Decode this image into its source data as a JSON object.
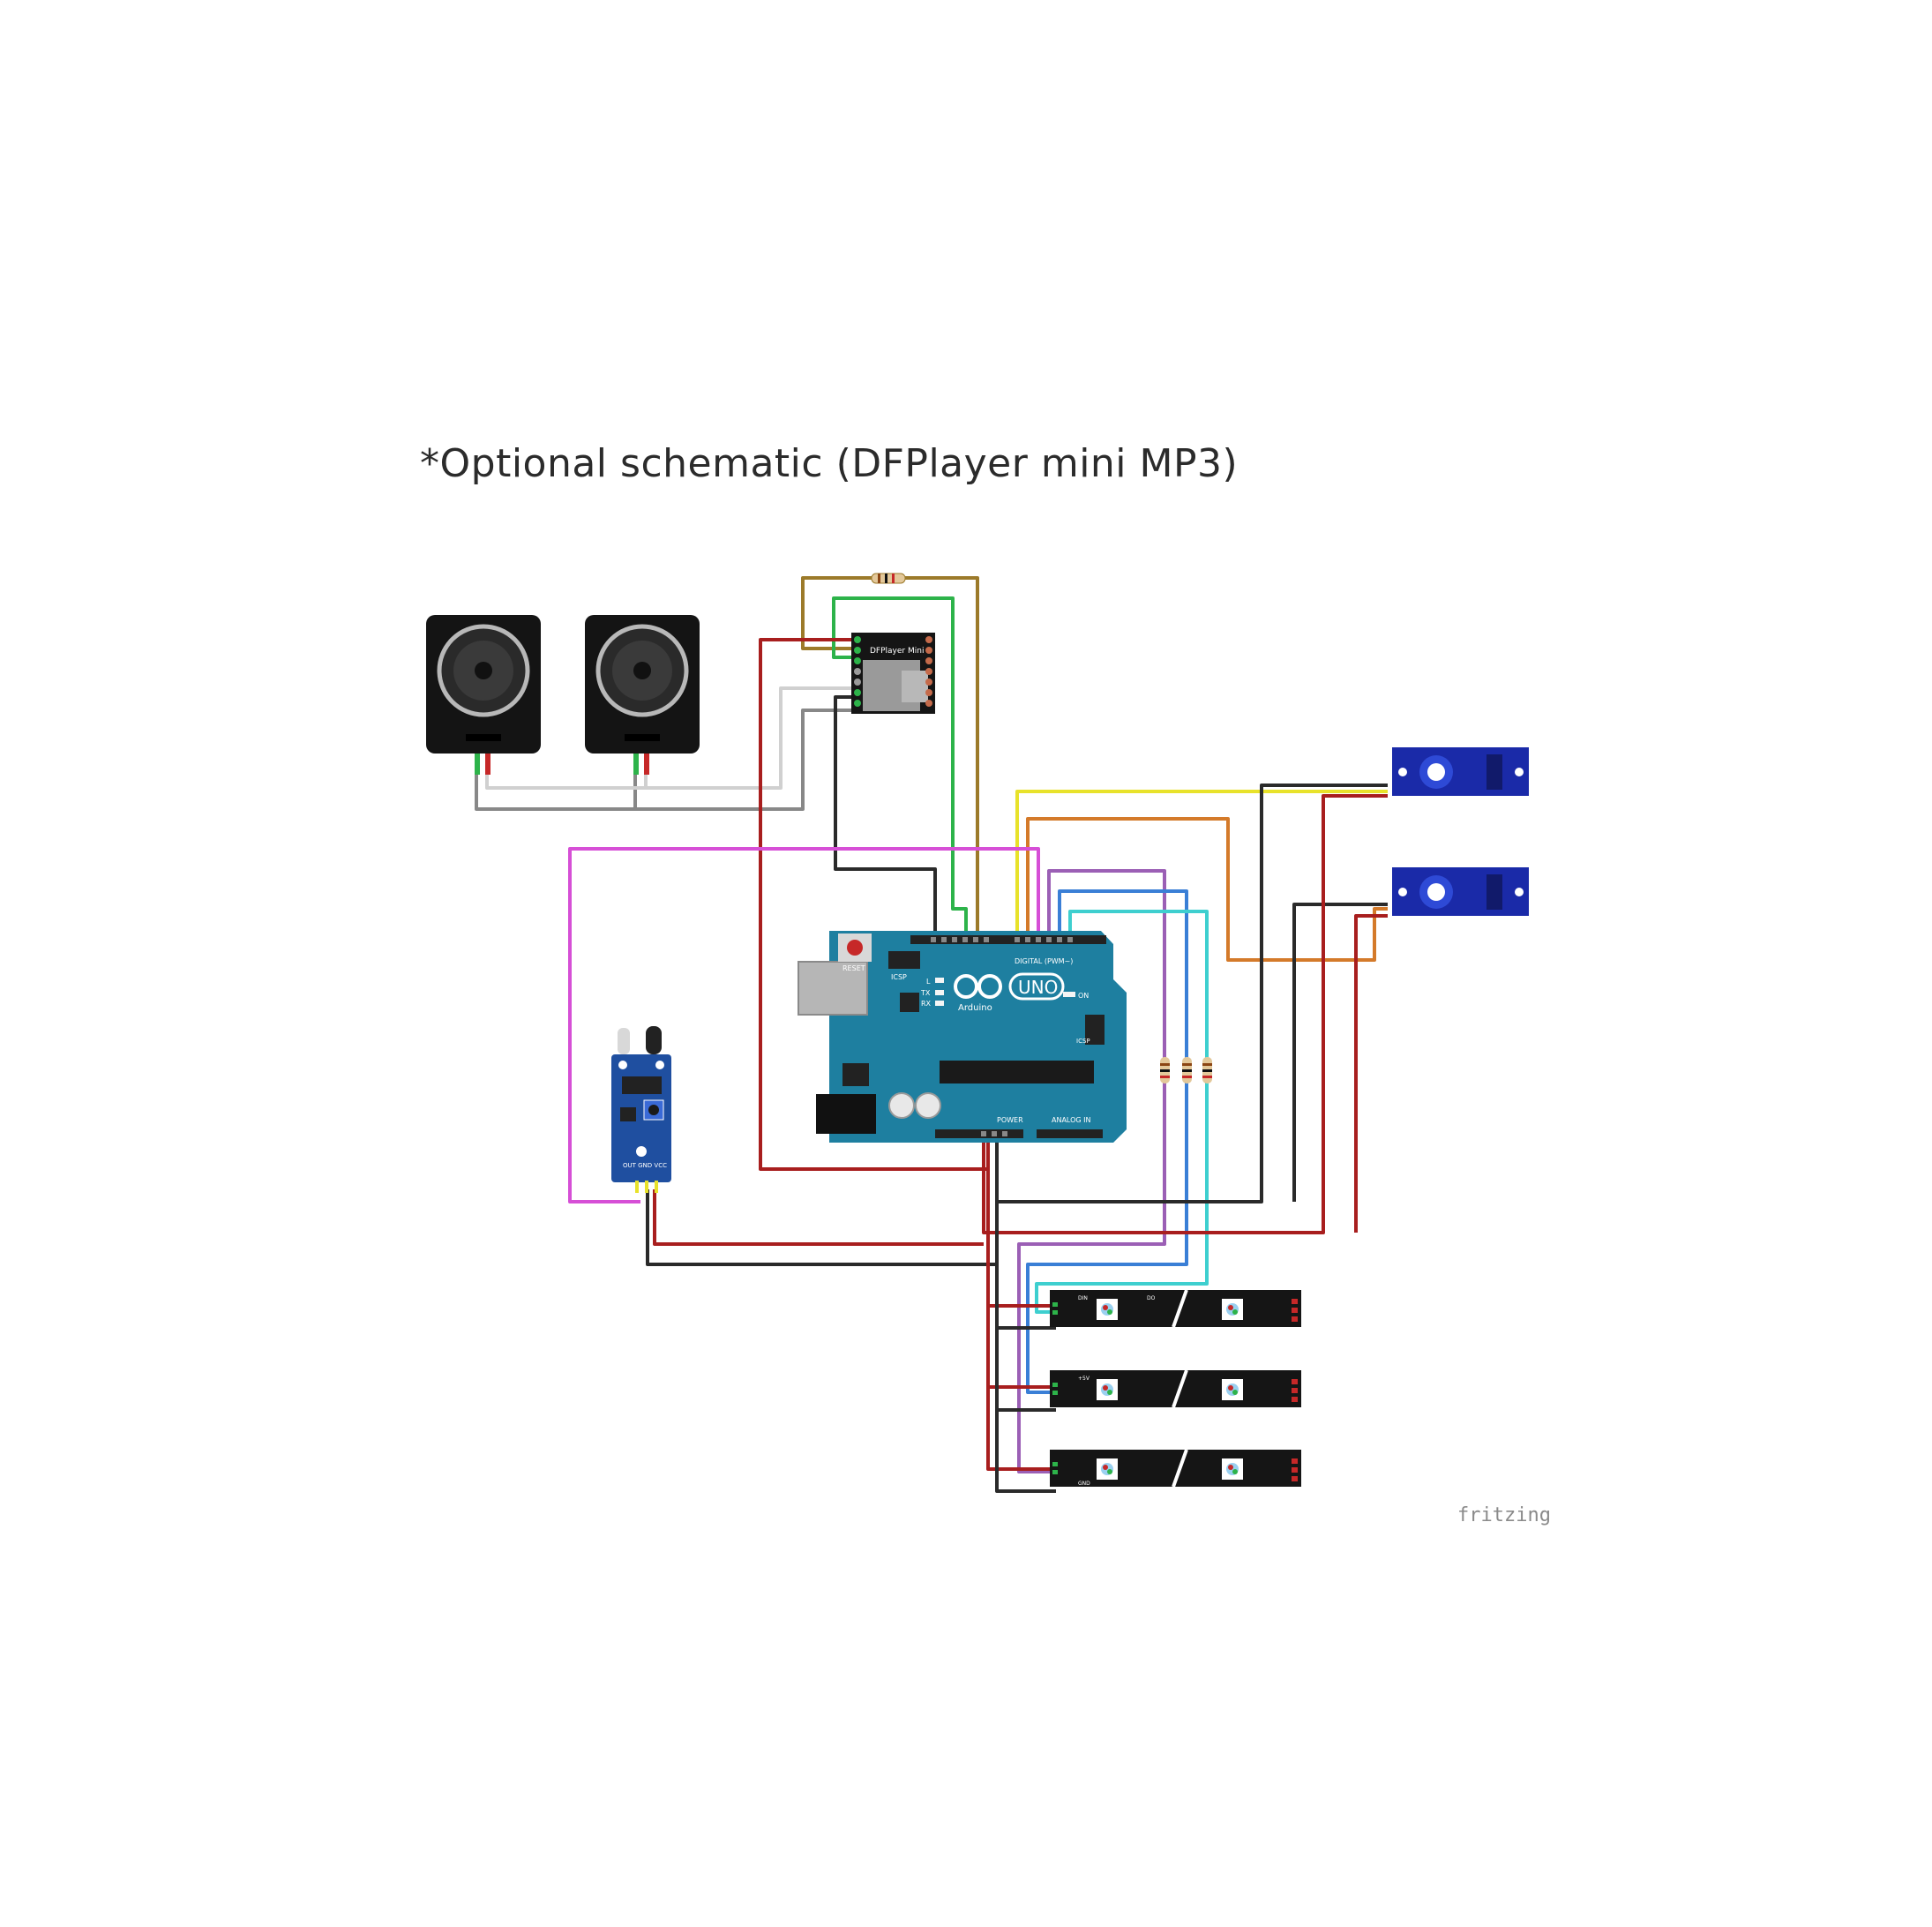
{
  "title": "*Optional schematic (DFPlayer mini MP3)",
  "brand": "fritzing",
  "dfplayer": {
    "label": "DFPlayer Mini"
  },
  "arduino": {
    "logo": "UNO",
    "brand": "Arduino",
    "reset": "RESET",
    "icsp": "ICSP",
    "icsp2": "ICSP",
    "digital": "DIGITAL (PWM~)",
    "power": "POWER",
    "analog": "ANALOG IN",
    "on": "ON",
    "led_l": "L",
    "led_tx": "TX",
    "led_rx": "RX"
  },
  "ir_sensor": {
    "pins": "OUT GND VCC"
  },
  "led_strip": {
    "din": "DIN",
    "do": "DO",
    "v5": "+5V",
    "gnd": "GND"
  },
  "colors": {
    "red": "#a81e1e",
    "black": "#2a2a2a",
    "green": "#2db34a",
    "brown": "#9c7a2a",
    "yellow": "#e8e22a",
    "orange": "#d47a2a",
    "magenta": "#d64fd6",
    "purple": "#9b5fb5",
    "blue": "#3a7fd6",
    "cyan": "#3ecfcf",
    "board": "#1e7fa0",
    "servo": "#1a2aa8"
  }
}
